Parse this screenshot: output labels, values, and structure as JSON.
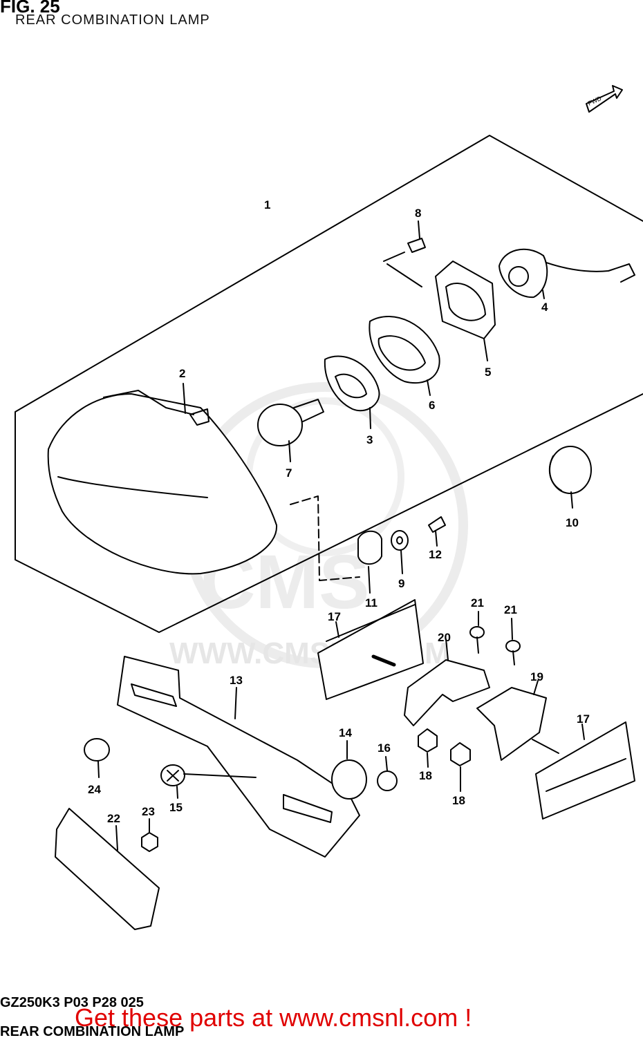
{
  "figure": {
    "title": "FIG. 25",
    "subtitle": "REAR COMBINATION LAMP"
  },
  "direction_marker": "FWD",
  "watermark": {
    "logo_text": "CMS",
    "url": "WWW.CMSNL.COM"
  },
  "callouts": [
    {
      "id": "c1",
      "label": "1"
    },
    {
      "id": "c2",
      "label": "2"
    },
    {
      "id": "c3",
      "label": "3"
    },
    {
      "id": "c4",
      "label": "4"
    },
    {
      "id": "c5",
      "label": "5"
    },
    {
      "id": "c6",
      "label": "6"
    },
    {
      "id": "c7",
      "label": "7"
    },
    {
      "id": "c8",
      "label": "8"
    },
    {
      "id": "c9",
      "label": "9"
    },
    {
      "id": "c10",
      "label": "10"
    },
    {
      "id": "c11",
      "label": "11"
    },
    {
      "id": "c12",
      "label": "12"
    },
    {
      "id": "c13",
      "label": "13"
    },
    {
      "id": "c14",
      "label": "14"
    },
    {
      "id": "c15",
      "label": "15"
    },
    {
      "id": "c16",
      "label": "16"
    },
    {
      "id": "c17a",
      "label": "17"
    },
    {
      "id": "c17b",
      "label": "17"
    },
    {
      "id": "c18a",
      "label": "18"
    },
    {
      "id": "c18b",
      "label": "18"
    },
    {
      "id": "c19",
      "label": "19"
    },
    {
      "id": "c20",
      "label": "20"
    },
    {
      "id": "c21a",
      "label": "21"
    },
    {
      "id": "c21b",
      "label": "21"
    },
    {
      "id": "c22",
      "label": "22"
    },
    {
      "id": "c23",
      "label": "23"
    },
    {
      "id": "c24",
      "label": "24"
    }
  ],
  "footer": {
    "model_code": "GZ250K3 P03 P28 025",
    "diagram_name": "REAR COMBINATION LAMP",
    "promo": "Get these parts at www.cmsnl.com !"
  },
  "colors": {
    "line": "#000000",
    "watermark": "#e6e6e6",
    "promo": "#e00000"
  }
}
